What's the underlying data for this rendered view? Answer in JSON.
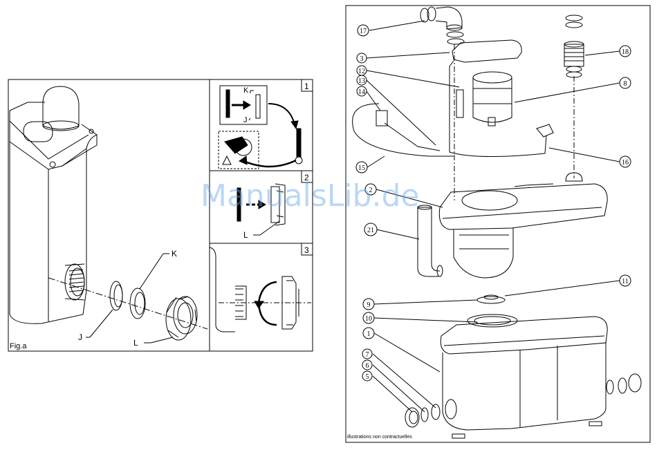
{
  "left_figure": {
    "caption": "Fig.a",
    "labels": {
      "K": "K",
      "J": "J",
      "L": "L"
    },
    "steps": [
      "1",
      "2",
      "3"
    ],
    "step1_labels": {
      "K": "K",
      "J": "J"
    },
    "step2_label": "L"
  },
  "right_figure": {
    "callouts": [
      "17",
      "3",
      "12",
      "13",
      "14",
      "15",
      "2",
      "21",
      "8",
      "18",
      "16",
      "11",
      "9",
      "10",
      "1",
      "7",
      "6",
      "5"
    ],
    "footnote": "illustrations non contractuelles"
  },
  "watermark": "ManualsLib.de"
}
